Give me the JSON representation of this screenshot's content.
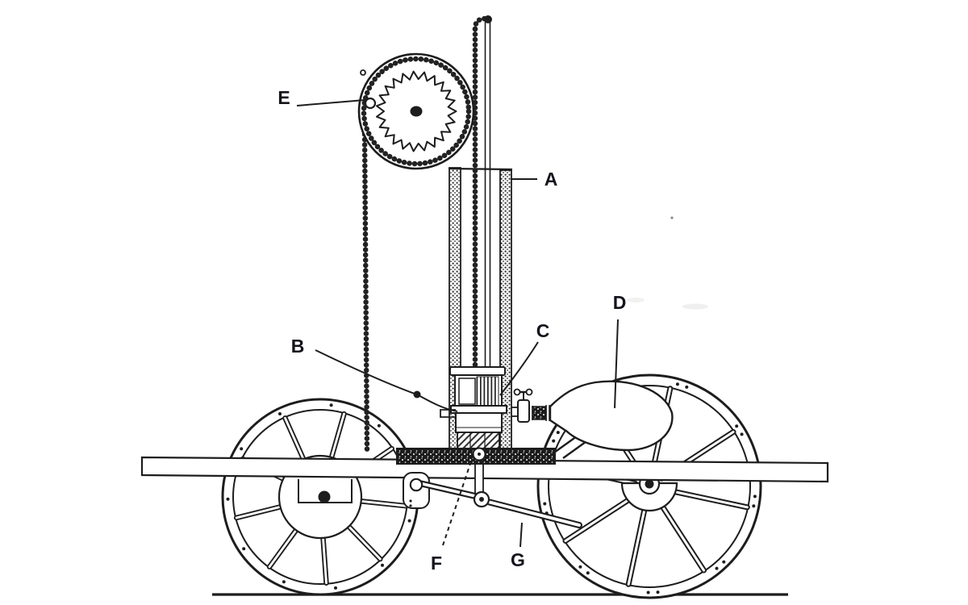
{
  "figure": {
    "type": "technical-diagram",
    "subject": "Side view of an early motor carriage with vertical cylinder, chain drive and labeled parts",
    "background_color": "#ffffff",
    "ink_color": "#1d1d1d",
    "chain_color": "#222222",
    "label_color": "#14141c",
    "labels": [
      {
        "text": "A"
      },
      {
        "text": "B"
      },
      {
        "text": "C"
      },
      {
        "text": "D"
      },
      {
        "text": "E"
      },
      {
        "text": "F"
      },
      {
        "text": "G"
      }
    ]
  }
}
